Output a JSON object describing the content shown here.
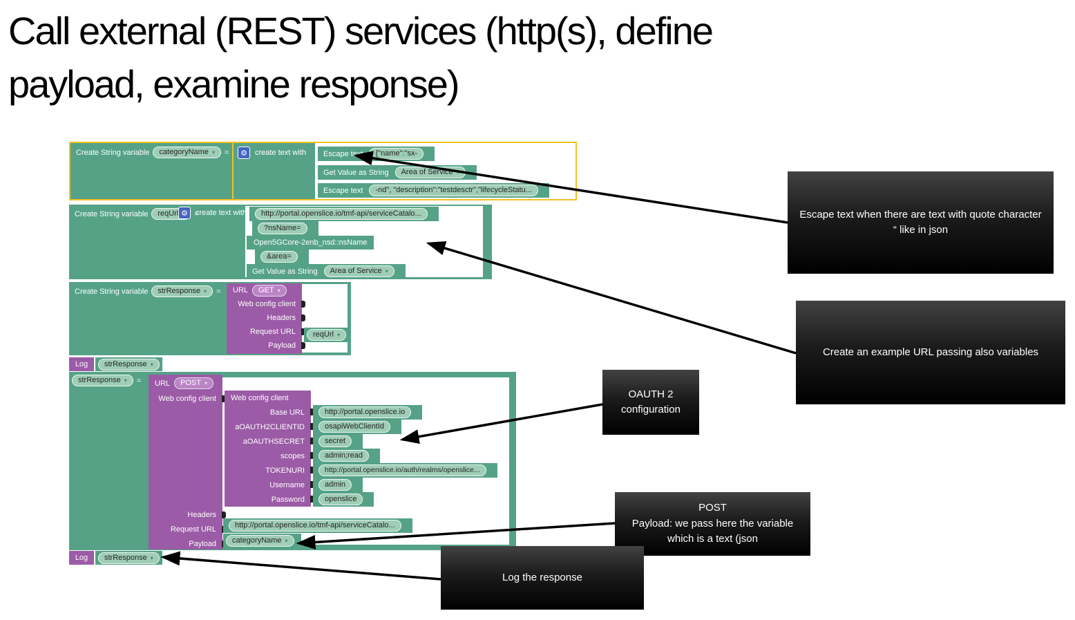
{
  "title": {
    "line1": "Call external (REST) services (http(s), define",
    "line2": "payload, examine response)"
  },
  "icons": {
    "dropdown_arrow": "▾",
    "gear": "⚙"
  },
  "palette": {
    "teal": "#55a287",
    "teal_light": "#9fcdb6",
    "purple": "#9b5ba6",
    "purple_light": "#bb85c6",
    "selection_yellow": "#f4c11d",
    "arrow": "#000000"
  },
  "b1": {
    "header": "Create String variable",
    "var": "categoryName",
    "eq": "=",
    "mutator": "create text with",
    "rows": [
      {
        "label": "Escape text",
        "value": "{\"name\":\"sx-"
      },
      {
        "label": "Get Value as String",
        "value": "Area of Service"
      },
      {
        "label": "Escape text",
        "value": "-nd\", \"description\":\"testdesctr\",\"lifecycleStatu..."
      }
    ]
  },
  "b2": {
    "header": "Create String variable",
    "var": "reqUrl",
    "eq": "=",
    "mutator": "create text with",
    "rows": [
      {
        "value": "http://portal.openslice.io/tmf-api/serviceCatalo..."
      },
      {
        "value": "?nsName="
      },
      {
        "value": "Open5GCore-2enb_nsd::nsName"
      },
      {
        "value": "&area="
      },
      {
        "label": "Get Value as String",
        "value": "Area of Service"
      }
    ]
  },
  "b3": {
    "header": "Create String variable",
    "var": "strResponse",
    "eq": "=",
    "url_label": "URL",
    "method": "GET",
    "web_config_label": "Web config client",
    "headers_label": "Headers",
    "request_url_label": "Request URL",
    "request_url_value": "reqUrl",
    "payload_label": "Payload"
  },
  "log1": {
    "label": "Log",
    "value": "strResponse"
  },
  "b4": {
    "var": "strResponse",
    "eq": "=",
    "url_label": "URL",
    "method": "POST",
    "web_config_label": "Web config client",
    "config": {
      "title": "Web config client",
      "fields": [
        {
          "label": "Base URL",
          "value": "http://portal.openslice.io"
        },
        {
          "label": "aOAUTH2CLIENTID",
          "value": "osapiWebClientId"
        },
        {
          "label": "aOAUTHSECRET",
          "value": "secret"
        },
        {
          "label": "scopes",
          "value": "admin;read"
        },
        {
          "label": "TOKENURI",
          "value": "http://portal.openslice.io/auth/realms/openslice..."
        },
        {
          "label": "Username",
          "value": "admin"
        },
        {
          "label": "Password",
          "value": "openslice"
        }
      ]
    },
    "headers_label": "Headers",
    "request_url_label": "Request URL",
    "request_url_value": "http://portal.openslice.io/tmf-api/serviceCatalo...",
    "payload_label": "Payload",
    "payload_value": "categoryName"
  },
  "log2": {
    "label": "Log",
    "value": "strResponse"
  },
  "callouts": {
    "escape": {
      "text": "Escape text when there are text with quote character “ like in json"
    },
    "url": {
      "text": "Create an example URL passing also variables"
    },
    "oauth": {
      "line1": "OAUTH 2",
      "line2": "configuration"
    },
    "post": {
      "line1": "POST",
      "line2": "Payload: we pass here the variable",
      "line3": "which is a text (json"
    },
    "log": {
      "text": "Log the response"
    }
  }
}
